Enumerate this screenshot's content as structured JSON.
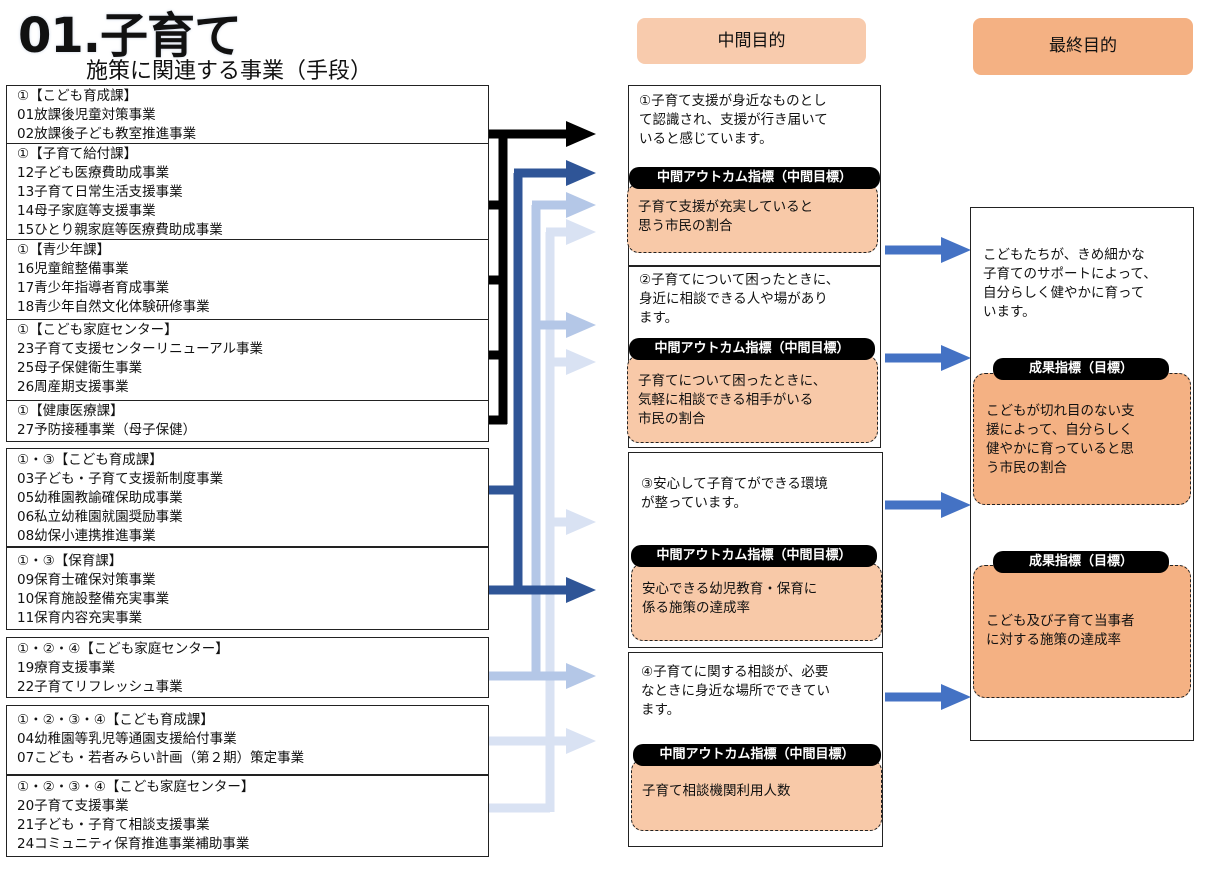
{
  "header": {
    "title": "01.子育て",
    "subtitle": "施策に関連する事業（手段）"
  },
  "columns": {
    "middle": "中間目的",
    "final": "最終目的"
  },
  "projects": [
    {
      "lines": [
        "①【こども育成課】",
        "01放課後児童対策事業",
        "02放課後子ども教室推進事業"
      ]
    },
    {
      "lines": [
        "①【子育て給付課】",
        "12子ども医療費助成事業",
        "13子育て日常生活支援事業",
        "14母子家庭等支援事業",
        "15ひとり親家庭等医療費助成事業"
      ]
    },
    {
      "lines": [
        "①【青少年課】",
        "16児童館整備事業",
        "17青少年指導者育成事業",
        "18青少年自然文化体験研修事業"
      ]
    },
    {
      "lines": [
        "①【こども家庭センター】",
        "23子育て支援センターリニューアル事業",
        "25母子保健衛生事業",
        "26周産期支援事業"
      ]
    },
    {
      "lines": [
        "①【健康医療課】",
        "27予防接種事業（母子保健）"
      ]
    },
    {
      "lines": [
        "①・③【こども育成課】",
        "03子ども・子育て支援新制度事業",
        "05幼稚園教諭確保助成事業",
        "06私立幼稚園就園奨励事業",
        "08幼保小連携推進事業"
      ]
    },
    {
      "lines": [
        "①・③【保育課】",
        "09保育士確保対策事業",
        "10保育施設整備充実事業",
        "11保育内容充実事業"
      ]
    },
    {
      "lines": [
        "①・②・④【こども家庭センター】",
        "19療育支援事業",
        "22子育てリフレッシュ事業"
      ]
    },
    {
      "lines": [
        "①・②・③・④【こども育成課】",
        "04幼稚園等乳児等通園支援給付事業",
        "07こども・若者みらい計画（第２期）策定事業"
      ]
    },
    {
      "lines": [
        "①・②・③・④【こども家庭センター】",
        "20子育て支援事業",
        "21子ども・子育て相談支援事業",
        "24コミュニティ保育推進事業補助事業"
      ]
    }
  ],
  "middle_goals": [
    {
      "text": [
        "①子育て支援が身近なものとし",
        "て認識され、支援が行き届いて",
        "いると感じています。"
      ],
      "indicator_label": "中間アウトカム指標（中間目標）",
      "indicator": [
        "子育て支援が充実していると",
        "思う市民の割合"
      ]
    },
    {
      "text": [
        "②子育てについて困ったときに、",
        "身近に相談できる人や場があり",
        "ます。"
      ],
      "indicator_label": "中間アウトカム指標（中間目標）",
      "indicator": [
        "子育てについて困ったときに、",
        "気軽に相談できる相手がいる",
        "市民の割合"
      ]
    },
    {
      "text": [
        "③安心して子育てができる環境",
        "が整っています。"
      ],
      "indicator_label": "中間アウトカム指標（中間目標）",
      "indicator": [
        "安心できる幼児教育・保育に",
        "係る施策の達成率"
      ]
    },
    {
      "text": [
        "④子育てに関する相談が、必要",
        "なときに身近な場所でできてい",
        "ます。"
      ],
      "indicator_label": "中間アウトカム指標（中間目標）",
      "indicator": [
        "子育て相談機関利用人数"
      ]
    }
  ],
  "final_goal": {
    "text": [
      "こどもたちが、きめ細かな",
      "子育てのサポートによって、",
      "自分らしく健やかに育って",
      "います。"
    ],
    "indicators": [
      {
        "label": "成果指標（目標）",
        "text": [
          "こどもが切れ目のない支",
          "援によって、自分らしく",
          "健やかに育っていると思",
          "う市民の割合"
        ]
      },
      {
        "label": "成果指標（目標）",
        "text": [
          "こども及び子育て当事者",
          "に対する施策の達成率"
        ]
      }
    ]
  },
  "colors": {
    "black": "#000000",
    "dark_blue": "#2f5597",
    "mid_blue": "#4472c4",
    "light_blue": "#b4c7e7",
    "lighter_blue": "#d9e2f3",
    "header_middle": "#f8cbad",
    "header_final": "#f4b183",
    "indicator_fill": "#f8c9a8",
    "indicator_fill_dark": "#f4b183"
  }
}
